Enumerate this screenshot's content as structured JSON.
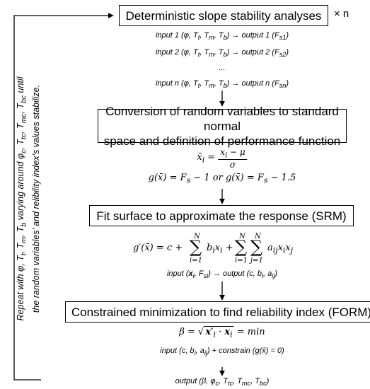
{
  "boxes": {
    "deterministic": "Deterministic slope stability analyses",
    "multiplier": "× n",
    "conversion_line1": "Conversion of random variables to standard normal",
    "conversion_line2": "space and definition of performance function",
    "fit": "Fit surface to approximate the response (SRM)",
    "minimization": "Constrained minimization to find reliability index (FORM)"
  },
  "inputs": {
    "line1": "input 1 (φ, Tt, Tm, Tb) → output 1 (Fs1)",
    "line2": "input 2 (φ, Tt, Tm, Tb) → output 2 (Fs2)",
    "ellipsis": "...",
    "linen": "input n (φ, Tt, Tm, Tb) → output n (Fsn)"
  },
  "equations": {
    "standardize": "x̄i = (xi − μ) / σ",
    "performance": "g(x̄) = Fs − 1 or g(x̄) = Fs − 1.5",
    "response_surface": "g′(x̄) = c + Σ(i=1..N) bi xi + Σ(i=1..N) Σ(j=1..N) aij xi xj",
    "srm_io": "input (xi, Fsi) → output (c, bi, aij)",
    "beta": "β = √(x′i · xi) = min",
    "form_input": "input (c, bi, aij) + constrain (g(x̄) = 0)",
    "form_output": "output (β, φc, Ttc, Tmc, Tbc)"
  },
  "loop_label_line1": "Repeat with φ, Tt, Tm, Tb varying around φc, Ttc, Tmc, Tbc until",
  "loop_label_line2": "the random variables’ and relibility index’s values stabilize."
}
